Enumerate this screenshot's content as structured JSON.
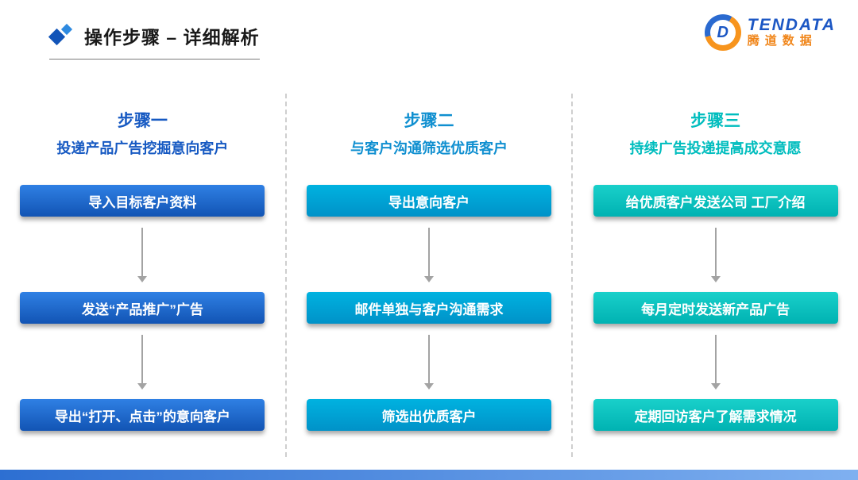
{
  "header": {
    "title": "操作步骤 – 详细解析",
    "logo": {
      "en": "TENDATA",
      "cn": "腾道数据",
      "mark_letter": "D"
    }
  },
  "colors": {
    "col1_accent": "#1659c2",
    "col1_box_gradient": [
      "#2f80e4",
      "#1254b4"
    ],
    "col2_accent": "#0f8fd0",
    "col2_box_gradient": [
      "#00b2e0",
      "#0092c8"
    ],
    "col3_accent": "#00bdbe",
    "col3_box_gradient": [
      "#19d0ca",
      "#00b2b2"
    ],
    "footer_gradient": [
      "#2d6fd2",
      "#7fb0f0"
    ],
    "arrow": "#a3a3a3"
  },
  "columns": [
    {
      "step_title": "步骤一",
      "subtitle": "投递产品广告挖掘意向客户",
      "boxes": [
        "导入目标客户资料",
        "发送“产品推广”广告",
        "导出“打开、点击”的意向客户"
      ]
    },
    {
      "step_title": "步骤二",
      "subtitle": "与客户沟通筛选优质客户",
      "boxes": [
        "导出意向客户",
        "邮件单独与客户沟通需求",
        "筛选出优质客户"
      ]
    },
    {
      "step_title": "步骤三",
      "subtitle": "持续广告投递提高成交意愿",
      "boxes": [
        "给优质客户发送公司 工厂介绍",
        "每月定时发送新产品广告",
        "定期回访客户了解需求情况"
      ]
    }
  ]
}
